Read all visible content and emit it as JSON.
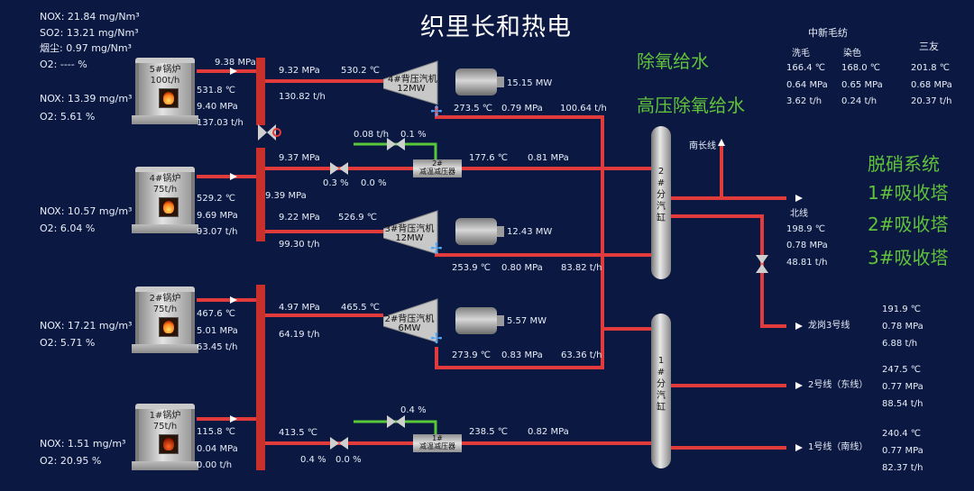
{
  "title": "织里长和热电",
  "emissions_top": [
    "NOX: 21.84 mg/Nm³",
    "SO2: 13.21 mg/Nm³",
    "烟尘: 0.97 mg/Nm³",
    "O2: ---- %"
  ],
  "green_labels": {
    "deoxy": "除氧给水",
    "hp_deoxy": "高压除氧给水",
    "denitr": "脱硝系统",
    "tower1": "1#吸收塔",
    "tower2": "2#吸收塔",
    "tower3": "3#吸收塔"
  },
  "customers": {
    "group_title": "中新毛纺",
    "c1": {
      "name": "洗毛",
      "temp": "166.4 ℃",
      "press": "0.64 MPa",
      "flow": "3.62 t/h"
    },
    "c2": {
      "name": "染色",
      "temp": "168.0 ℃",
      "press": "0.65 MPa",
      "flow": "0.24 t/h"
    },
    "c3": {
      "name": "三友",
      "temp": "201.8 ℃",
      "press": "0.68 MPa",
      "flow": "20.37 t/h"
    }
  },
  "boilers": [
    {
      "name": "5#锅炉",
      "cap": "100t/h",
      "nox": "NOX: 13.39 mg/m³",
      "o2": "O2: 5.61 %",
      "steam": "9.38 MPa",
      "temp": "531.8 ℃",
      "press": "9.40 MPa",
      "flow": "137.03 t/h"
    },
    {
      "name": "4#锅炉",
      "cap": "75t/h",
      "nox": "NOX: 10.57 mg/m³",
      "o2": "O2: 6.04 %",
      "temp": "529.2 ℃",
      "press": "9.69 MPa",
      "flow": "93.07 t/h"
    },
    {
      "name": "2#锅炉",
      "cap": "75t/h",
      "nox": "NOX: 17.21 mg/m³",
      "o2": "O2: 5.71 %",
      "temp": "467.6 ℃",
      "press": "5.01 MPa",
      "flow": "63.45 t/h"
    },
    {
      "name": "1#锅炉",
      "cap": "75t/h",
      "nox": "NOX: 1.51 mg/m³",
      "o2": "O2: 20.95 %",
      "temp": "115.8 ℃",
      "press": "0.04 MPa",
      "flow": "0.00 t/h"
    }
  ],
  "turbines": [
    {
      "name": "4#背压汽机",
      "cap": "12MW",
      "in_press": "9.32 MPa",
      "in_temp": "530.2 ℃",
      "in_flow": "130.82 t/h",
      "power": "15.15 MW",
      "out_temp": "273.5 ℃",
      "out_press": "0.79 MPa",
      "out_flow": "100.64 t/h"
    },
    {
      "name": "3#背压汽机",
      "cap": "12MW",
      "in_press": "9.22 MPa",
      "in_temp": "526.9 ℃",
      "in_flow": "99.30 t/h",
      "power": "12.43 MW",
      "out_temp": "253.9 ℃",
      "out_press": "0.80 MPa",
      "out_flow": "83.82 t/h"
    },
    {
      "name": "2#背压汽机",
      "cap": "6MW",
      "in_press": "4.97 MPa",
      "in_temp": "465.5 ℃",
      "in_flow": "64.19 t/h",
      "power": "5.57 MW",
      "out_temp": "273.9 ℃",
      "out_press": "0.83 MPa",
      "out_flow": "63.36 t/h"
    }
  ],
  "reducers": [
    {
      "name": "2#",
      "sub": "减温减压器",
      "in_press": "9.37 MPa",
      "water_flow": "0.08 t/h",
      "water_pct": "0.1 %",
      "valve_pct": "0.3 %",
      "valve2_pct": "0.0 %",
      "out_temp": "177.6 ℃",
      "out_press": "0.81 MPa",
      "header_press": "9.39 MPa"
    },
    {
      "name": "1#",
      "sub": "减温减压器",
      "in_temp": "413.5 ℃",
      "water_pct": "0.4 %",
      "valve_pct": "0.4 %",
      "valve2_pct": "0.0 %",
      "out_temp": "238.5 ℃",
      "out_press": "0.82 MPa"
    }
  ],
  "drums": [
    {
      "chars": [
        "2",
        "#",
        "分",
        "汽",
        "缸"
      ]
    },
    {
      "chars": [
        "1",
        "#",
        "分",
        "汽",
        "缸"
      ]
    }
  ],
  "lines": {
    "south_long": "南长线",
    "north": {
      "name": "北线",
      "temp": "198.9 ℃",
      "press": "0.78 MPa",
      "flow": "48.81 t/h"
    },
    "longgang": {
      "name": "龙岗3号线",
      "temp": "191.9 ℃",
      "press": "0.78 MPa",
      "flow": "6.88 t/h"
    },
    "line2": {
      "name": "2号线（东线）",
      "temp": "247.5 ℃",
      "press": "0.77 MPa",
      "flow": "88.54 t/h"
    },
    "line1": {
      "name": "1号线（南线）",
      "temp": "240.4 ℃",
      "press": "0.77 MPa",
      "flow": "82.37 t/h"
    }
  },
  "colors": {
    "background": "#0b1842",
    "pipe": "#e23b3b",
    "water": "#58c83a",
    "text_green": "#5fc23a"
  }
}
